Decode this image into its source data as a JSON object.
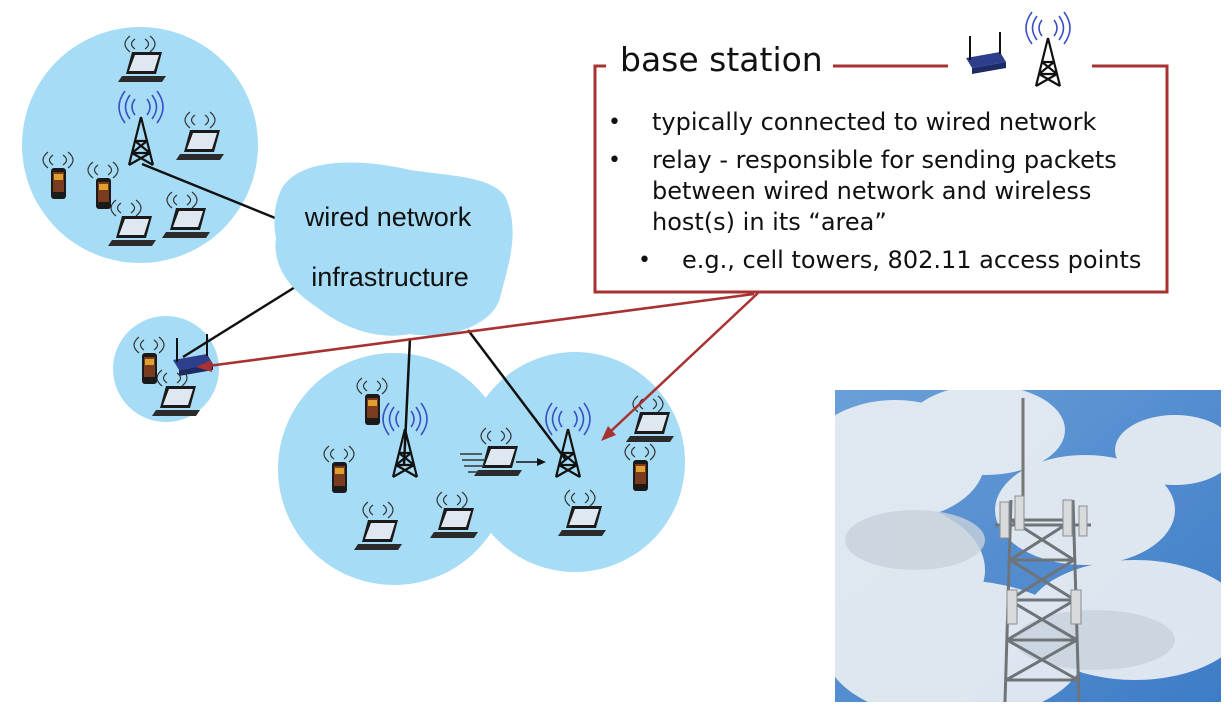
{
  "cloud": {
    "line1": "wired network",
    "line2": "infrastructure"
  },
  "callout": {
    "title": "base station",
    "bullets": [
      "typically connected to wired network",
      "relay - responsible for sending packets between wired network and wireless host(s) in its “area”"
    ],
    "sub_bullets": [
      "e.g., cell towers,  802.11 access points"
    ],
    "border_color": "#a83232"
  },
  "colors": {
    "cell_fill": "#a6dcf5",
    "cloud_fill": "#a6dcf5",
    "tower_wave": "#3a4fc4",
    "arrow": "#a83232"
  },
  "photo": {
    "icon": "cell-tower-photo",
    "sky": "#4d8cd1"
  }
}
